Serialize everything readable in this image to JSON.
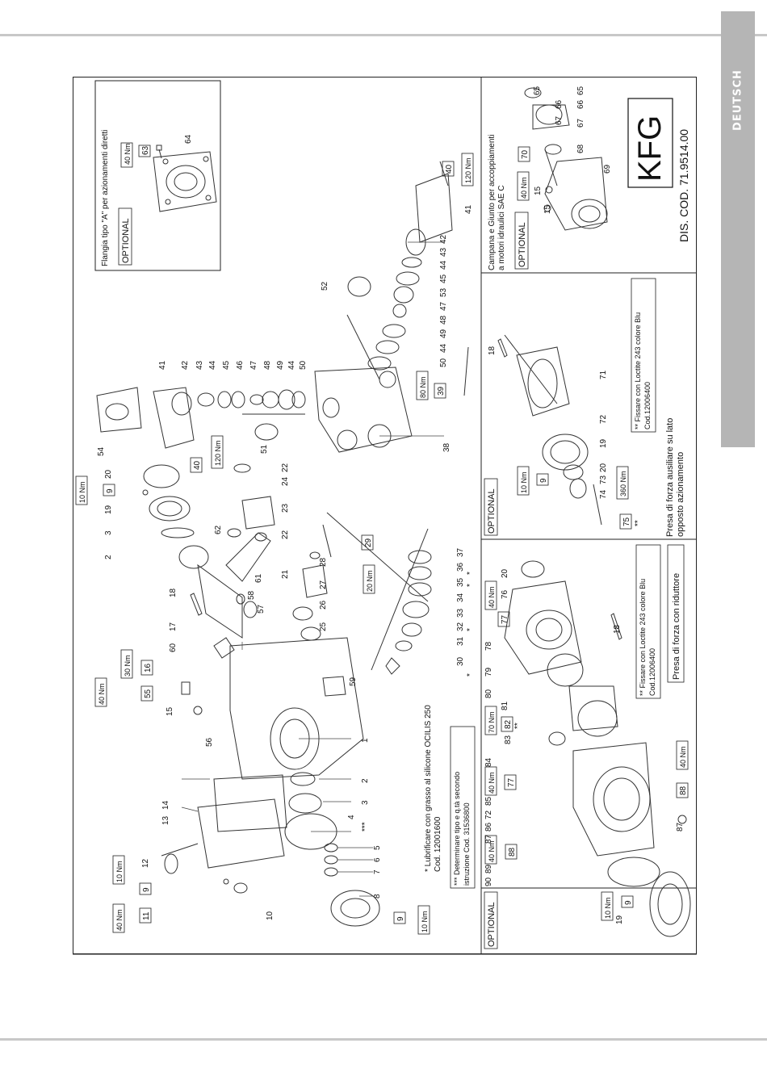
{
  "side_tab": {
    "label": "DEUTSCH"
  },
  "drawing": {
    "code": "KFG",
    "dis_cod": "DIS. COD. 71.9514.00",
    "sections": {
      "flange": {
        "tag": "OPTIONAL",
        "title": "Flangia tipo \"A\" per azionamenti diretti",
        "torque": "40 Nm",
        "parts": [
          "63",
          "64"
        ]
      },
      "bell": {
        "tag": "OPTIONAL",
        "title_line1": "Campana e Giunto per accoppiamenti",
        "title_line2": "a motori idraulici SAE C",
        "torque": "40 Nm",
        "parts": [
          "70",
          "15",
          "15",
          "65",
          "65",
          "66",
          "66",
          "67",
          "67",
          "68",
          "69"
        ]
      },
      "pto": {
        "tag": "OPTIONAL",
        "caption_line1": "Presa di forza ausiliare su lato",
        "caption_line2": "opposto azionamento",
        "note_line1": "** Fissare con Loctite 243 colore Blu",
        "note_line2": "Cod.12006400",
        "torques": [
          "10 Nm",
          "360 Nm"
        ],
        "parts": [
          "18",
          "71",
          "72",
          "19",
          "20",
          "9",
          "73",
          "74",
          "75",
          "**"
        ]
      },
      "reducer": {
        "tag": "OPTIONAL",
        "caption": "Presa di forza con riduttore",
        "note_line1": "** Fissare con Loctite 243 colore Blu",
        "note_line2": "Cod.12006400",
        "torques": [
          "40 Nm",
          "70 Nm",
          "40 Nm",
          "40 Nm",
          "40 Nm",
          "10 Nm"
        ],
        "parts": [
          "20",
          "76",
          "77",
          "78",
          "79",
          "80",
          "18",
          "81",
          "82",
          "**",
          "83",
          "84",
          "77",
          "85",
          "72",
          "86",
          "87",
          "88",
          "89",
          "90",
          "88",
          "87",
          "9",
          "19"
        ]
      },
      "main": {
        "note1_line1": "* Lubrificare con grasso al silicone OCILIS 250",
        "note1_line2": "Cod. 12001600",
        "note2_line1": "*** Determinare tipo e q.tà secondo",
        "note2_line2": "istruzione Cod. 31536800",
        "torques": [
          "40 Nm",
          "10 Nm",
          "10 Nm",
          "40 Nm",
          "30 Nm",
          "10 Nm",
          "120 Nm",
          "20 Nm",
          "80 Nm",
          "120 Nm"
        ],
        "parts": [
          "1",
          "2",
          "3",
          "4",
          "***",
          "5",
          "6",
          "7",
          "8",
          "9",
          "10",
          "11",
          "9",
          "12",
          "13",
          "14",
          "15",
          "55",
          "56",
          "16",
          "60",
          "17",
          "18",
          "2",
          "3",
          "19",
          "9",
          "20",
          "62",
          "58",
          "57",
          "61",
          "21",
          "22",
          "23",
          "24",
          "22",
          "54",
          "41",
          "40",
          "42",
          "43",
          "44",
          "45",
          "46",
          "47",
          "48",
          "49",
          "44",
          "50",
          "51",
          "38",
          "39",
          "52",
          "41",
          "40",
          "42",
          "43",
          "44",
          "45",
          "53",
          "47",
          "48",
          "49",
          "44",
          "50",
          "25",
          "26",
          "27",
          "28",
          "29",
          "30",
          "31",
          "32",
          "33",
          "34",
          "35",
          "36",
          "37",
          "59",
          "*",
          "*",
          "*",
          "*"
        ]
      }
    }
  }
}
